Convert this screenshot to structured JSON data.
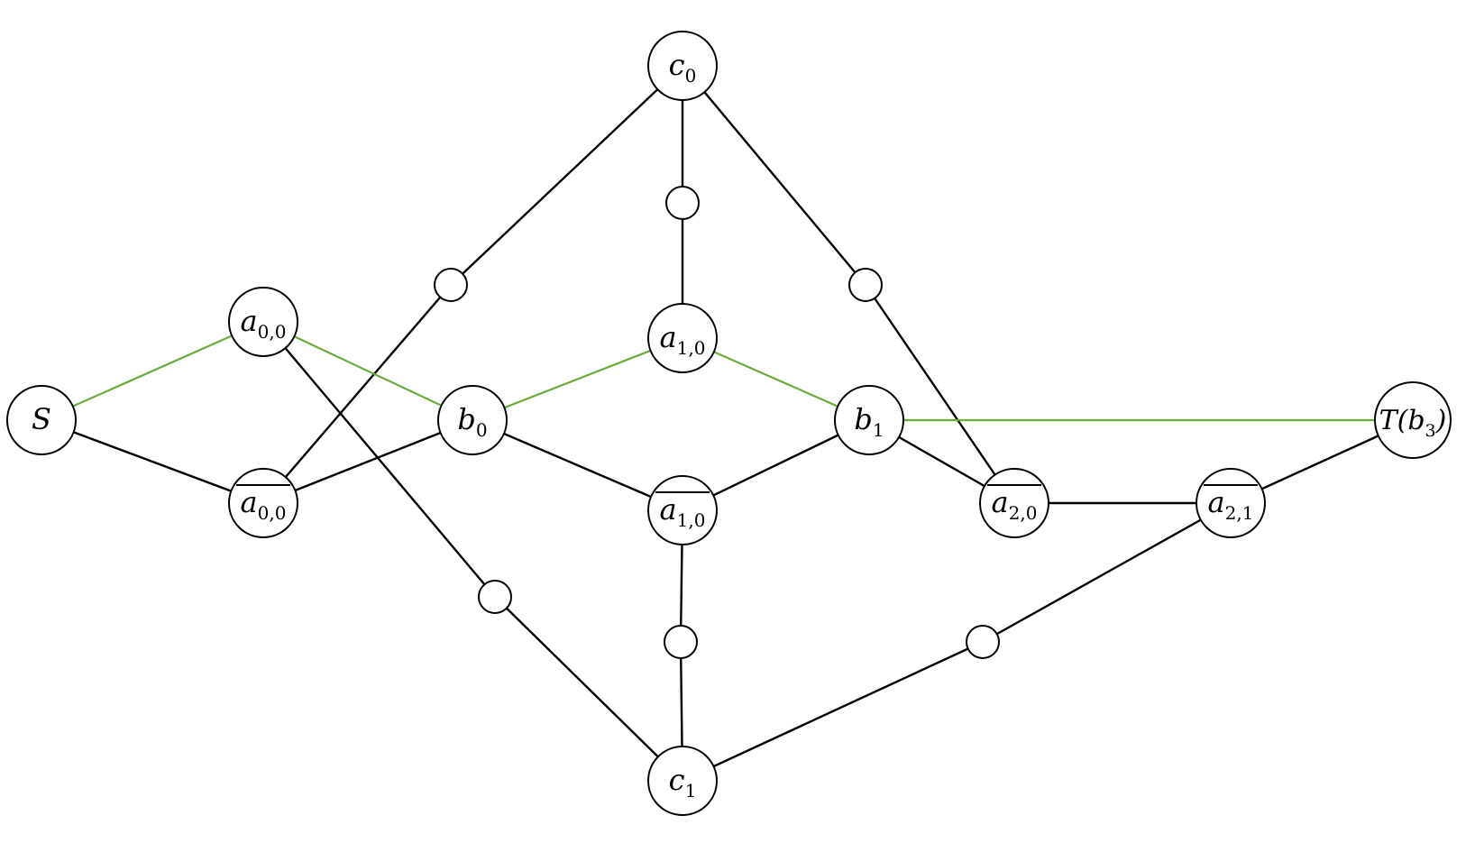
{
  "colors": {
    "edge": "#000000",
    "path": "#6aaa3a",
    "node_fill": "#ffffff",
    "node_stroke": "#000000"
  },
  "nodes": [
    {
      "id": "S",
      "base": "S",
      "sub": "",
      "suffix": "",
      "bar": false
    },
    {
      "id": "a00",
      "base": "a",
      "sub": "0,0",
      "suffix": "",
      "bar": false
    },
    {
      "id": "a00n",
      "base": "a",
      "sub": "0,0",
      "suffix": "",
      "bar": true
    },
    {
      "id": "b0",
      "base": "b",
      "sub": "0",
      "suffix": "",
      "bar": false
    },
    {
      "id": "c0",
      "base": "c",
      "sub": "0",
      "suffix": "",
      "bar": false
    },
    {
      "id": "c1",
      "base": "c",
      "sub": "1",
      "suffix": "",
      "bar": false
    },
    {
      "id": "a10",
      "base": "a",
      "sub": "1,0",
      "suffix": "",
      "bar": false
    },
    {
      "id": "a10n",
      "base": "a",
      "sub": "1,0",
      "suffix": "",
      "bar": true
    },
    {
      "id": "b1",
      "base": "b",
      "sub": "1",
      "suffix": "",
      "bar": false
    },
    {
      "id": "a20n",
      "base": "a",
      "sub": "2,0",
      "suffix": "",
      "bar": true
    },
    {
      "id": "a21n",
      "base": "a",
      "sub": "2,1",
      "suffix": "",
      "bar": true
    },
    {
      "id": "T",
      "base": "T(b",
      "sub": "3",
      "suffix": ")",
      "bar": false
    },
    {
      "id": "m1",
      "base": "",
      "sub": "",
      "suffix": "",
      "bar": false
    },
    {
      "id": "m2",
      "base": "",
      "sub": "",
      "suffix": "",
      "bar": false
    },
    {
      "id": "m3",
      "base": "",
      "sub": "",
      "suffix": "",
      "bar": false
    },
    {
      "id": "m4",
      "base": "",
      "sub": "",
      "suffix": "",
      "bar": false
    },
    {
      "id": "m5",
      "base": "",
      "sub": "",
      "suffix": "",
      "bar": false
    },
    {
      "id": "m6",
      "base": "",
      "sub": "",
      "suffix": "",
      "bar": false
    },
    {
      "id": "m7",
      "base": "",
      "sub": "",
      "suffix": "",
      "bar": false
    }
  ],
  "edges": [
    {
      "from": "S",
      "to": "a00",
      "highlight": true
    },
    {
      "from": "a00",
      "to": "b0",
      "highlight": true
    },
    {
      "from": "b0",
      "to": "a10",
      "highlight": true
    },
    {
      "from": "a10",
      "to": "b1",
      "highlight": true
    },
    {
      "from": "b1",
      "to": "T",
      "highlight": true
    },
    {
      "from": "S",
      "to": "a00n",
      "highlight": false
    },
    {
      "from": "a00n",
      "to": "b0",
      "highlight": false
    },
    {
      "from": "b0",
      "to": "a10n",
      "highlight": false
    },
    {
      "from": "a10n",
      "to": "b1",
      "highlight": false
    },
    {
      "from": "b1",
      "to": "a20n",
      "highlight": false
    },
    {
      "from": "a20n",
      "to": "a21n",
      "highlight": false
    },
    {
      "from": "a21n",
      "to": "T",
      "highlight": false
    },
    {
      "from": "c0",
      "to": "m1",
      "highlight": false
    },
    {
      "from": "m1",
      "to": "a00n",
      "highlight": false
    },
    {
      "from": "c0",
      "to": "m2",
      "highlight": false
    },
    {
      "from": "m2",
      "to": "a10",
      "highlight": false
    },
    {
      "from": "c0",
      "to": "m3",
      "highlight": false
    },
    {
      "from": "m3",
      "to": "a20n",
      "highlight": false
    },
    {
      "from": "a00",
      "to": "m4",
      "highlight": false
    },
    {
      "from": "m4",
      "to": "c1",
      "highlight": false
    },
    {
      "from": "a10n",
      "to": "m5",
      "highlight": false
    },
    {
      "from": "m5",
      "to": "c1",
      "highlight": false
    },
    {
      "from": "a21n",
      "to": "m6",
      "highlight": false
    },
    {
      "from": "m6",
      "to": "c1",
      "highlight": false
    }
  ]
}
